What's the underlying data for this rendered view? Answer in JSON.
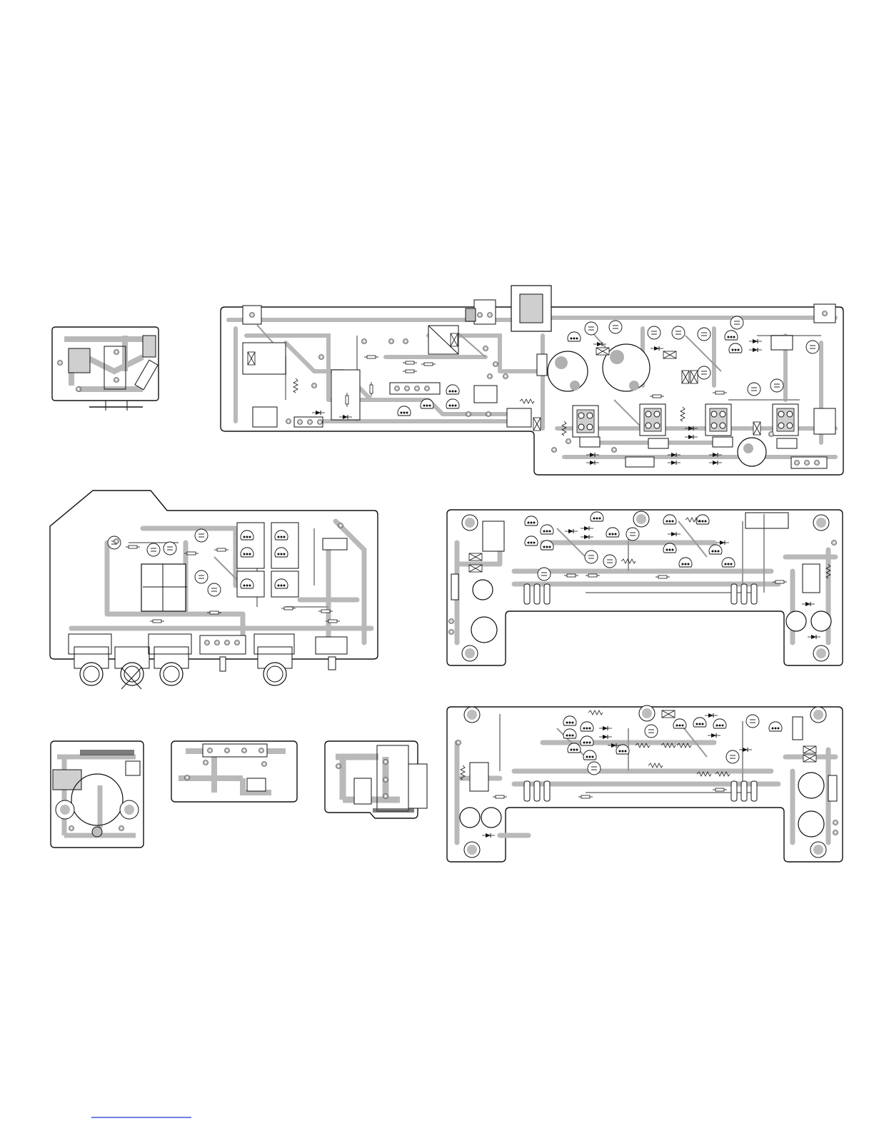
{
  "page": {
    "background": "#ffffff",
    "trace_color": "#b9b9b9",
    "outline_color": "#1a1a1a",
    "link_line_color": "#1b35d8"
  },
  "boards": [
    {
      "id": "small-top-left-board",
      "label": ""
    },
    {
      "id": "main-long-board",
      "label": ""
    },
    {
      "id": "input-jack-board",
      "label": ""
    },
    {
      "id": "right-middle-board",
      "label": ""
    },
    {
      "id": "right-bottom-board",
      "label": ""
    },
    {
      "id": "small-square-board",
      "label": ""
    },
    {
      "id": "small-strip-board",
      "label": ""
    },
    {
      "id": "small-jack-board",
      "label": ""
    }
  ]
}
